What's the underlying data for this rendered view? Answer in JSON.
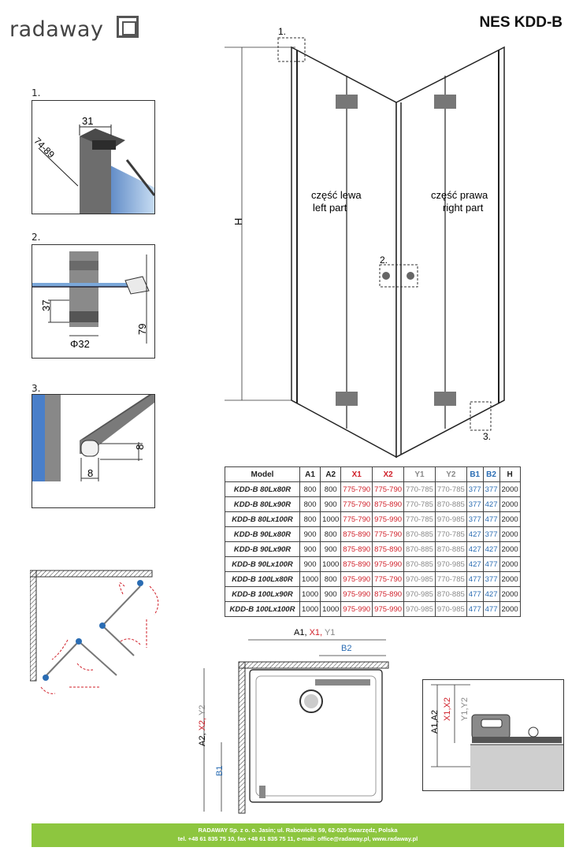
{
  "brand": {
    "name": "radaway"
  },
  "title": "NES KDD-B",
  "details": [
    {
      "label": "1.",
      "dims": [
        "31",
        "74-89"
      ]
    },
    {
      "label": "2.",
      "dims": [
        "37",
        "79",
        "Φ32"
      ]
    },
    {
      "label": "3.",
      "dims": [
        "8",
        "8"
      ]
    }
  ],
  "elevation": {
    "height_label": "H",
    "marker_1": "1.",
    "marker_2": "2.",
    "marker_3": "3.",
    "left_part_pl": "część lewa",
    "left_part_en": "left part",
    "right_part_pl": "część prawa",
    "right_part_en": "right part"
  },
  "table": {
    "headers": [
      "Model",
      "A1",
      "A2",
      "X1",
      "X2",
      "Y1",
      "Y2",
      "B1",
      "B2",
      "H"
    ],
    "rows": [
      [
        "KDD-B 80Lx80R",
        "800",
        "800",
        "775-790",
        "775-790",
        "770-785",
        "770-785",
        "377",
        "377",
        "2000"
      ],
      [
        "KDD-B 80Lx90R",
        "800",
        "900",
        "775-790",
        "875-890",
        "770-785",
        "870-885",
        "377",
        "427",
        "2000"
      ],
      [
        "KDD-B 80Lx100R",
        "800",
        "1000",
        "775-790",
        "975-990",
        "770-785",
        "970-985",
        "377",
        "477",
        "2000"
      ],
      [
        "KDD-B 90Lx80R",
        "900",
        "800",
        "875-890",
        "775-790",
        "870-885",
        "770-785",
        "427",
        "377",
        "2000"
      ],
      [
        "KDD-B 90Lx90R",
        "900",
        "900",
        "875-890",
        "875-890",
        "870-885",
        "870-885",
        "427",
        "427",
        "2000"
      ],
      [
        "KDD-B 90Lx100R",
        "900",
        "1000",
        "875-890",
        "975-990",
        "870-885",
        "970-985",
        "427",
        "477",
        "2000"
      ],
      [
        "KDD-B 100Lx80R",
        "1000",
        "800",
        "975-990",
        "775-790",
        "970-985",
        "770-785",
        "477",
        "377",
        "2000"
      ],
      [
        "KDD-B 100Lx90R",
        "1000",
        "900",
        "975-990",
        "875-890",
        "970-985",
        "870-885",
        "477",
        "427",
        "2000"
      ],
      [
        "KDD-B 100Lx100R",
        "1000",
        "1000",
        "975-990",
        "975-990",
        "970-985",
        "970-985",
        "477",
        "477",
        "2000"
      ]
    ]
  },
  "plan": {
    "top_a": "A1,",
    "top_x": " X1,",
    "top_y": " Y1",
    "b2": "B2",
    "side_a": "A2,",
    "side_x": " X2,",
    "side_y": " Y2",
    "b1": "B1"
  },
  "section": {
    "a": "A1,A2",
    "x": "X1,X2",
    "y": "Y1,Y2"
  },
  "footer": {
    "line1": "RADAWAY Sp. z o. o. Jasin; ul. Rabowicka 59, 62-020 Swarzędz, Polska",
    "line2": "tel. +48 61 835 75 10, fax +48 61 835 75 11, e-mail: office@radaway.pl, www.radaway.pl"
  },
  "colors": {
    "footer_bg": "#8dc63f",
    "x_red": "#d0202a",
    "b_blue": "#2a6cb3",
    "y_grey": "#888888"
  }
}
